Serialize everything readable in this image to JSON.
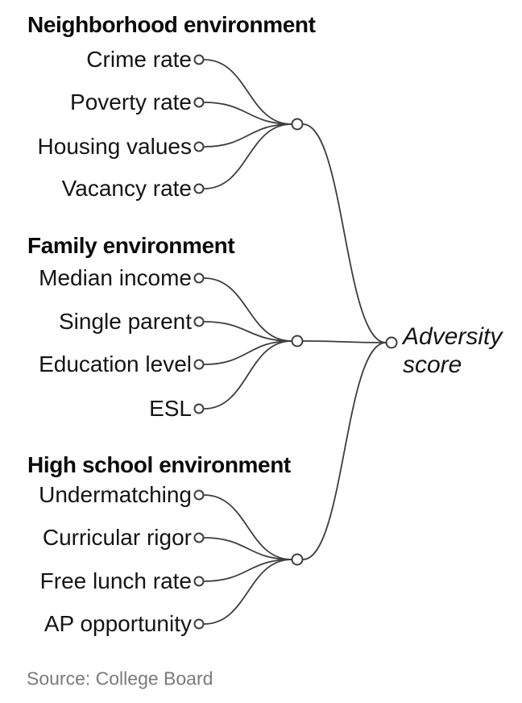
{
  "diagram": {
    "title_implicit": "",
    "groups": [
      {
        "heading": "Neighborhood environment",
        "items": [
          "Crime rate",
          "Poverty rate",
          "Housing values",
          "Vacancy rate"
        ]
      },
      {
        "heading": "Family environment",
        "items": [
          "Median income",
          "Single parent",
          "Education level",
          "ESL"
        ]
      },
      {
        "heading": "High school environment",
        "items": [
          "Undermatching",
          "Curricular rigor",
          "Free lunch rate",
          "AP opportunity"
        ]
      }
    ],
    "target": {
      "label": "Adversity score",
      "line1": "Adversity",
      "line2": "score"
    },
    "source_note": "Source: College Board",
    "colors": {
      "line": "#3d3d3d",
      "node_fill": "#ffffff",
      "text": "#141414",
      "heading_text": "#0a0a0a",
      "muted_text": "#7a7a7a",
      "background": "#ffffff"
    }
  }
}
